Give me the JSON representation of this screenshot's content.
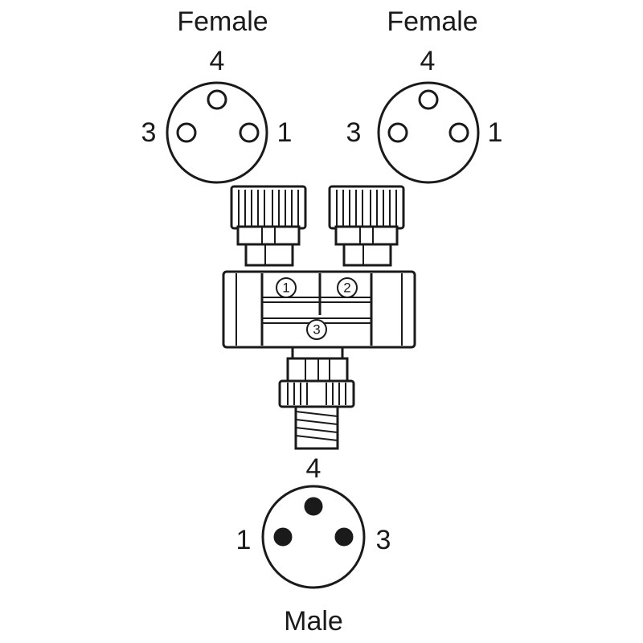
{
  "diagram": {
    "connector_left": {
      "label": "Female",
      "pins": {
        "top": "4",
        "left": "3",
        "right": "1"
      }
    },
    "connector_right": {
      "label": "Female",
      "pins": {
        "top": "4",
        "left": "3",
        "right": "1"
      }
    },
    "connector_bottom": {
      "label": "Male",
      "pins": {
        "top": "4",
        "left": "1",
        "right": "3"
      }
    },
    "body_markers": {
      "port_1": "1",
      "port_2": "2",
      "port_3": "3"
    }
  }
}
